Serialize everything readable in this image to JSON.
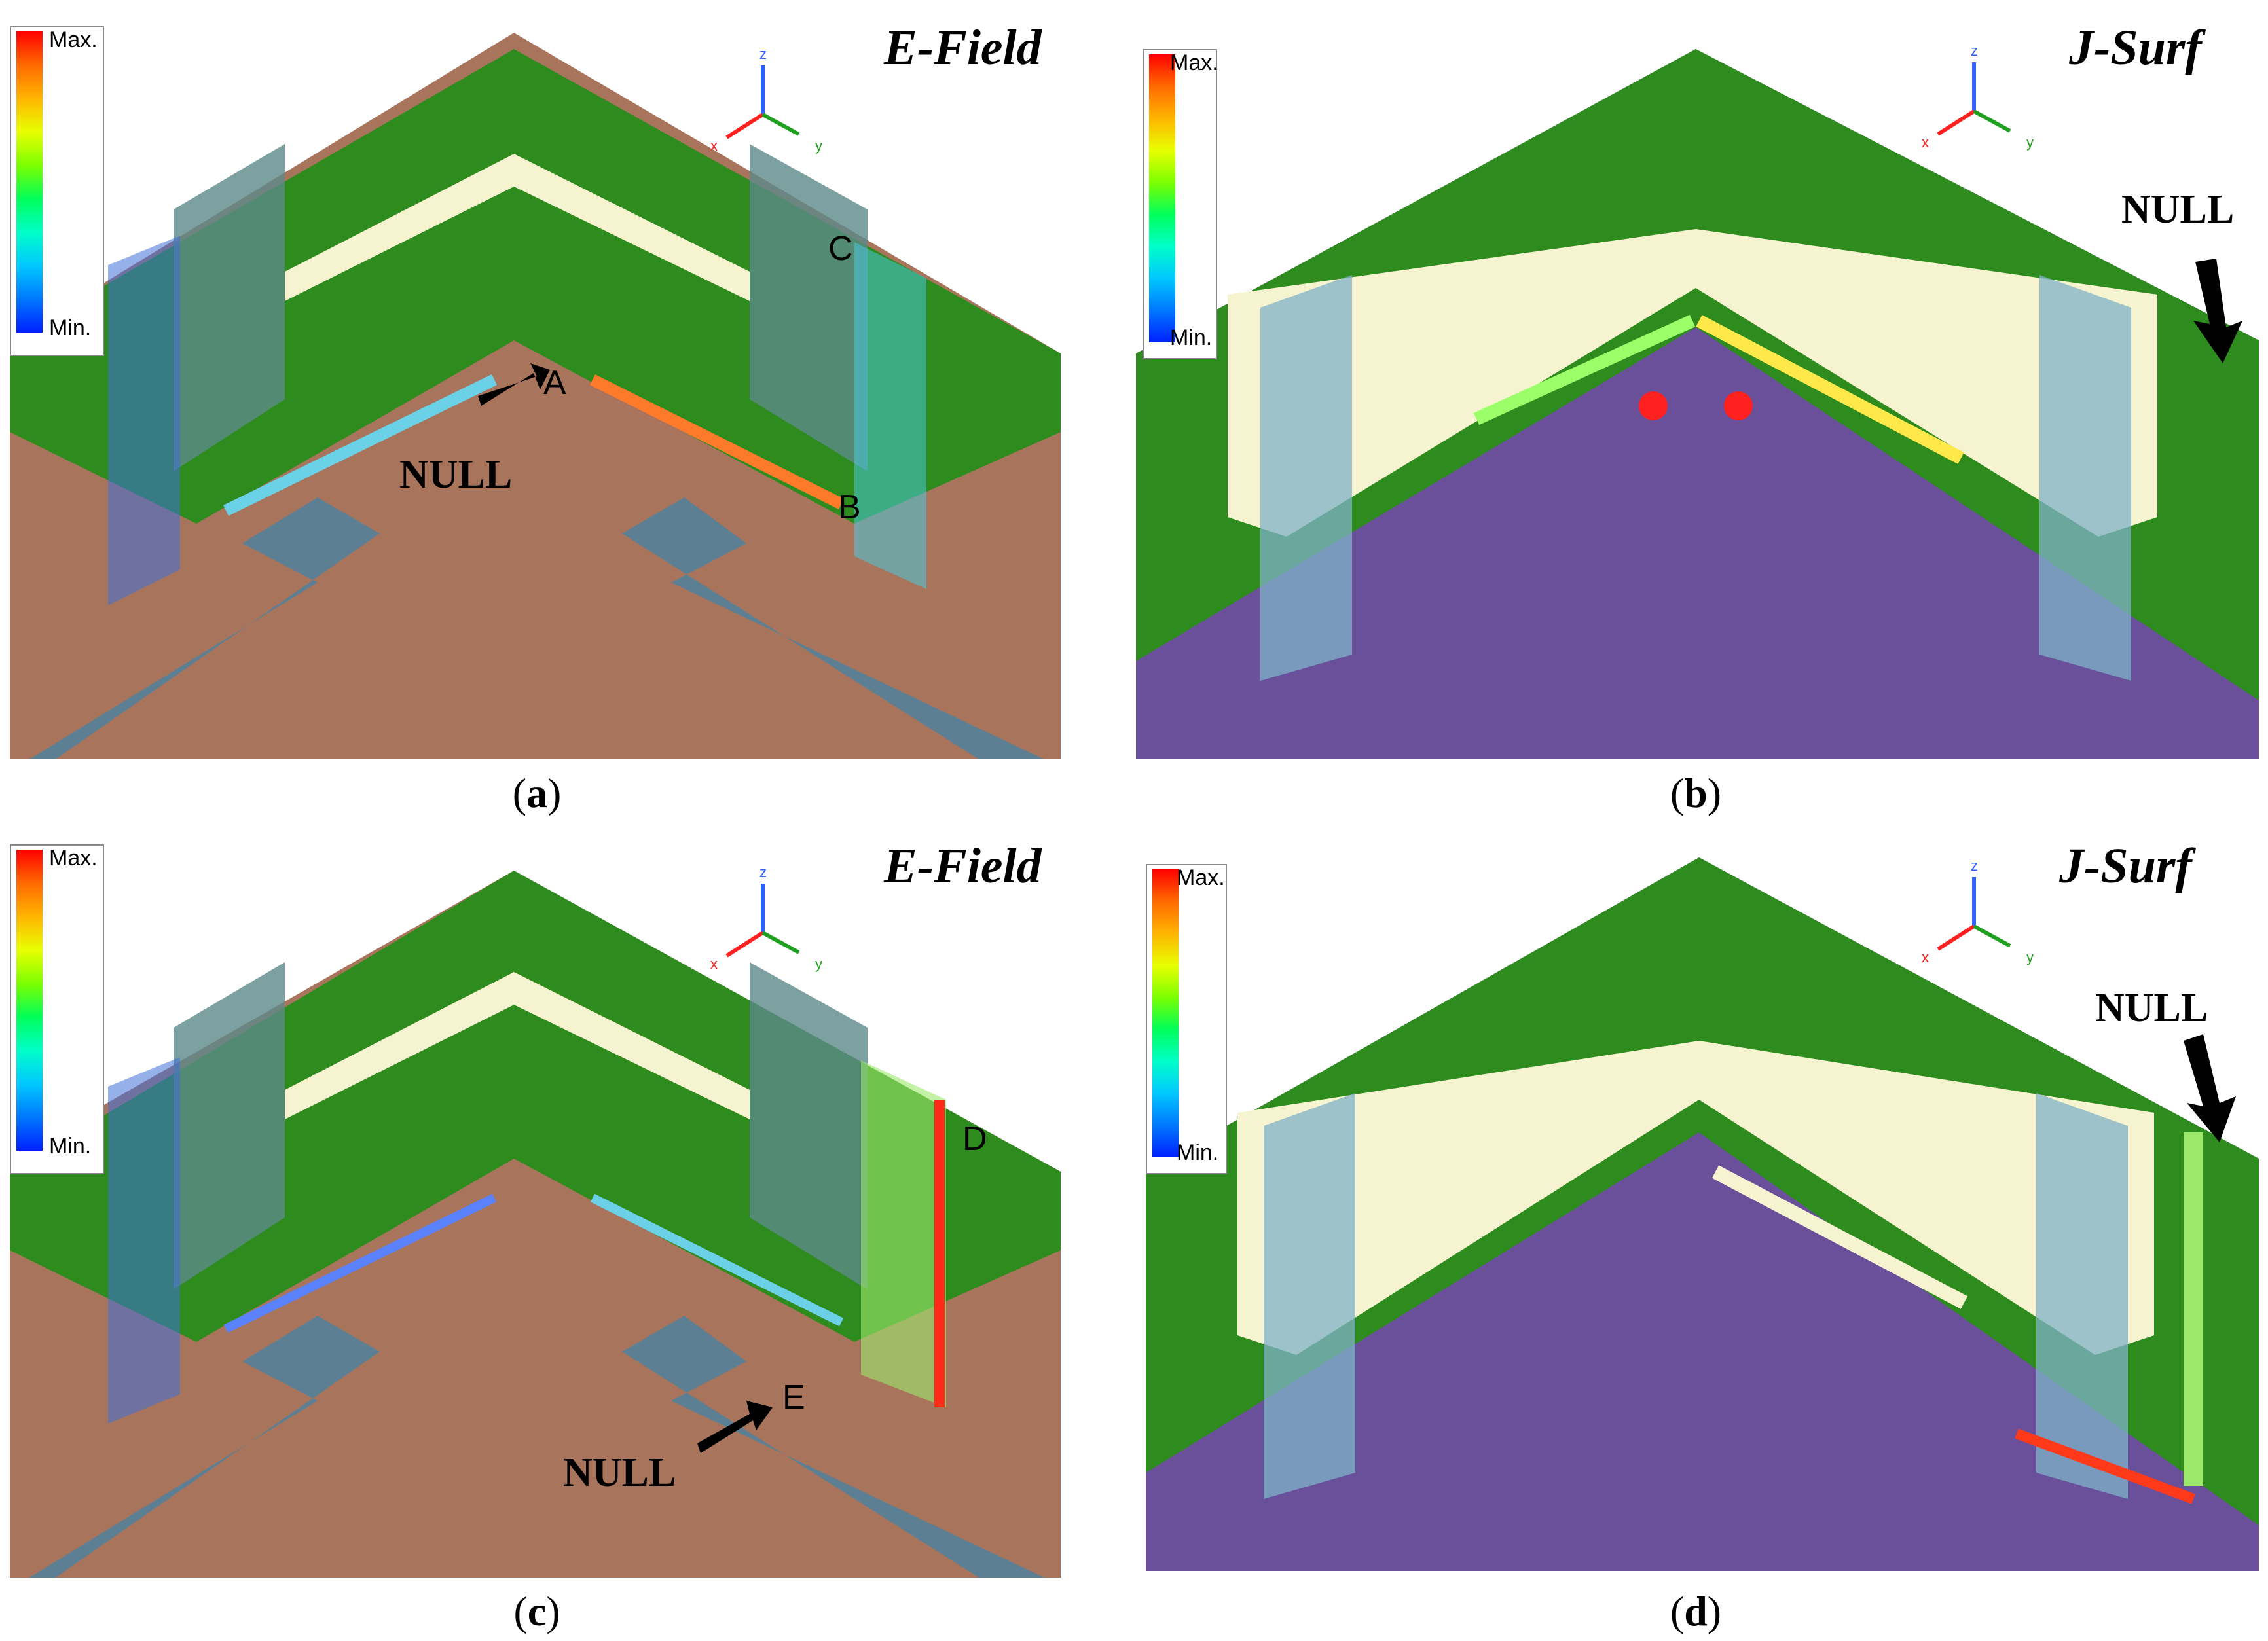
{
  "panels": [
    {
      "id": "a",
      "title": "E-Field",
      "caption": "a",
      "legend_max": "Max.",
      "legend_min": "Min.",
      "null_label": "NULL",
      "markers": [
        "A",
        "B",
        "C"
      ]
    },
    {
      "id": "b",
      "title": "J-Surf",
      "caption": "b",
      "legend_max": "Max.",
      "legend_min": "Min.",
      "null_label": "NULL"
    },
    {
      "id": "c",
      "title": "E-Field",
      "caption": "c",
      "legend_max": "Max.",
      "legend_min": "Min.",
      "null_label": "NULL",
      "markers": [
        "D",
        "E"
      ]
    },
    {
      "id": "d",
      "title": "J-Surf",
      "caption": "d",
      "legend_max": "Max.",
      "legend_min": "Min.",
      "null_label": "NULL"
    }
  ],
  "axes": {
    "z": "z",
    "x": "x",
    "y": "y"
  },
  "colors": {
    "wall_green": "#2e8b1e",
    "wall_green_dark": "#1f6e14",
    "floor_brown": "#a8755c",
    "cream": "#f5f3d0",
    "trace_blue": "#5d7f94",
    "legend_scale": [
      "#ff0000",
      "#ff6a00",
      "#ffb400",
      "#e8ff00",
      "#7dff00",
      "#00ff5a",
      "#00ffc8",
      "#00c8ff",
      "#0078ff",
      "#0020ff"
    ]
  }
}
